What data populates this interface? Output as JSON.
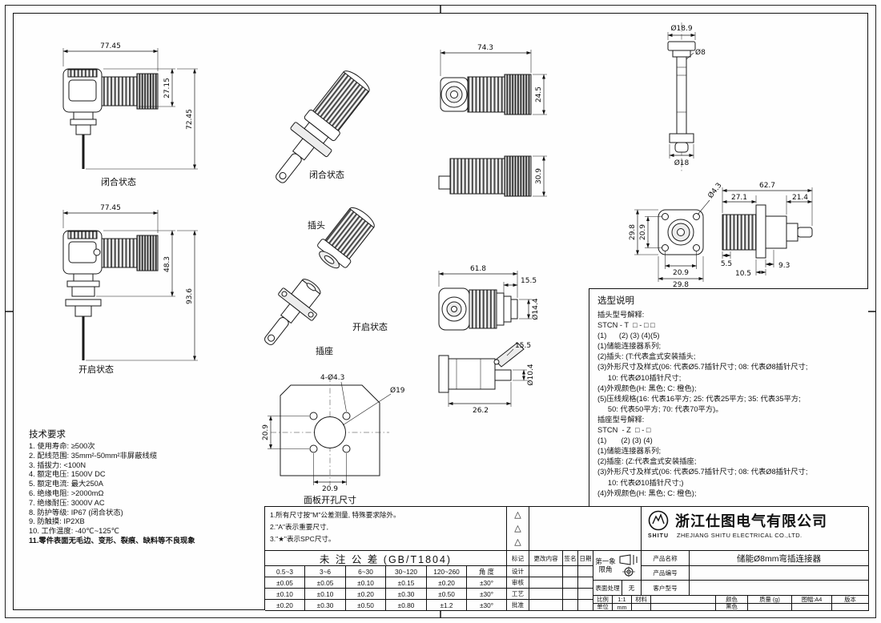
{
  "labels": {
    "v1": "闭合状态",
    "v2": "开启状态",
    "v3": "闭合状态",
    "v4": "开启状态",
    "plug": "插头",
    "socket": "插座",
    "panel": "面板开孔尺寸"
  },
  "dims": {
    "v1_w": "77.45",
    "v1_h1": "27.15",
    "v1_h2": "72.45",
    "v2_w": "77.45",
    "v2_h1": "48.3",
    "v2_h2": "93.6",
    "v5a_w": "74.3",
    "v5a_h": "24.5",
    "v5b_h": "30.9",
    "v6_d1": "Ø18.9",
    "v6_d2": "Ø8",
    "v6_d3": "Ø18",
    "v7_h1": "29.8",
    "v7_h2": "20.9",
    "v7_w1": "20.9",
    "v7_w2": "29.8",
    "v7_hole": "Ø4.3",
    "v8_w": "62.7",
    "v8_w1": "27.1",
    "v8_w2": "21.4",
    "v8_a": "5.5",
    "v8_b": "9.3",
    "v8_c": "10.5",
    "v9_w": "61.8",
    "v9_a": "15.5",
    "v9_d": "Ø14.4",
    "v10_a": "15.5",
    "v10_d": "Ø10.4",
    "v10_w": "26.2",
    "v11_holes": "4-Ø4.3",
    "v11_d": "Ø19",
    "v11_h": "20.9",
    "v11_w": "20.9"
  },
  "tech": {
    "title": "技术要求",
    "items": [
      "1. 使用寿命: ≥500次",
      "2. 配线范围: 35mm²-50mm²非屏蔽线缆",
      "3. 插拔力: <100N",
      "4. 额定电压: 1500V DC",
      "5. 额定电流: 最大250A",
      "6. 绝缘电阻: >2000mΩ",
      "7. 绝缘耐压: 3000V AC",
      "8. 防护等级: IP67 (闭合状态)",
      "9. 防触摸: IP2XB",
      "10. 工作温度: -40℃~125℃",
      "11.零件表面无毛边、变形、裂痕、缺料等不良现象"
    ]
  },
  "selection": {
    "title": "选型说明",
    "lines": [
      "插头型号解释:",
      "STCN - T  □ - □ □",
      "(1)      (2) (3) (4)(5)",
      "(1)储能连接器系列;",
      "(2)插头: (T:代表盒式安装插头;",
      "(3)外形尺寸及样式(06: 代表Ø5.7插针尺寸; 08: 代表Ø8插针尺寸;",
      "     10: 代表Ø10插针尺寸;",
      "(4)外观颜色(H: 黑色; C: 橙色);",
      "(5)压线规格(16: 代表16平方; 25: 代表25平方; 35: 代表35平方;",
      "     50: 代表50平方; 70: 代表70平方)。",
      "插座型号解释:",
      "STCN  - Z  □ - □",
      "(1)       (2) (3) (4)",
      "(1)储能连接器系列;",
      "(2)插座: (Z:代表盒式安装插座;",
      "(3)外形尺寸及样式(06: 代表Ø5.7插针尺寸; 08: 代表Ø8插针尺寸;",
      "     10: 代表Ø10插针尺寸;)",
      "(4)外观颜色(H: 黑色; C: 橙色);"
    ]
  },
  "tol_notes": [
    "1.所有尺寸按\"M\"公差测量, 特殊要求除外。",
    "2.\"A\"表示重要尺寸,",
    "3.\"★\"表示SPC尺寸。"
  ],
  "tol_table": {
    "title": "未 注 公 差  (GB/T1804)",
    "headers": [
      "0.5~3",
      "3~6",
      "6~30",
      "30~120",
      "120~260",
      "角 度"
    ],
    "rows": [
      [
        "±0.05",
        "±0.05",
        "±0.10",
        "±0.15",
        "±0.20",
        "±30°"
      ],
      [
        "±0.10",
        "±0.10",
        "±0.20",
        "±0.30",
        "±0.50",
        "±30°"
      ],
      [
        "±0.20",
        "±0.30",
        "±0.50",
        "±0.80",
        "±1.2",
        "±30°"
      ]
    ]
  },
  "titleblock": {
    "rev_headers": [
      "标记",
      "更改内容",
      "签名",
      "日期"
    ],
    "rev_rows": [
      "设计",
      "审核",
      "工艺",
      "批准"
    ],
    "first_angle_1": "第一象",
    "first_angle_2": "限角",
    "surface_label": "表面处理",
    "surface_value": "无",
    "scale_label": "比例",
    "scale_value": "1:1",
    "material_label": "材料",
    "unit_label": "单位",
    "unit_value": "mm",
    "color_label": "颜色",
    "color_value": "黑色",
    "weight_label": "质量 (g)",
    "sheet_label": "图幅:A4",
    "version_label": "版本",
    "product_name_label": "产品名称",
    "product_name_value": "储能Ø8mm弯插连接器",
    "product_no_label": "产品编号",
    "customer_label": "客户型号"
  },
  "company": {
    "logo": "SHITU",
    "name_cn": "浙江仕图电气有限公司",
    "name_en": "ZHEJIANG SHITU ELECTRICAL CO.,LTD."
  }
}
